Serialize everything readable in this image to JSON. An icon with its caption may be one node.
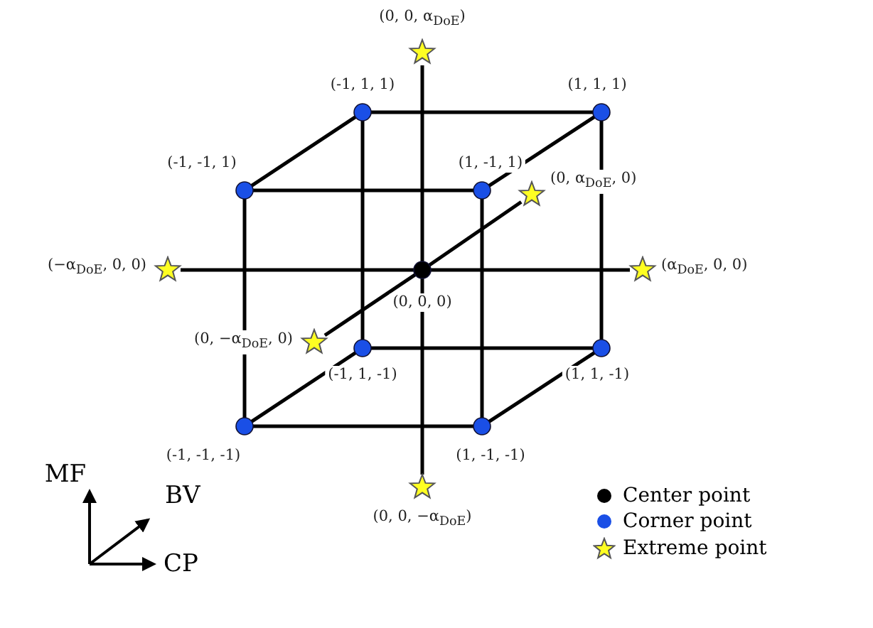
{
  "diagram": {
    "nodes": [
      {
        "text": [],
        "shape": "star",
        "beside": [
          "(0, 0, α$_{DoE}$)"
        ]
      },
      {
        "text": [],
        "shape": "circle",
        "beside": [
          "(-1, 1, 1)"
        ]
      },
      {
        "text": [],
        "shape": "circle",
        "beside": [
          "(1, 1, 1)"
        ]
      },
      {
        "text": [],
        "shape": "circle",
        "beside": [
          "(-1, -1, 1)"
        ]
      },
      {
        "text": [],
        "shape": "circle",
        "beside": [
          "(1, -1, 1)"
        ]
      },
      {
        "text": [],
        "shape": "star",
        "beside": [
          "(0, α$_{DoE}$, 0)"
        ]
      },
      {
        "text": [],
        "shape": "star",
        "beside": [
          "(−α$_{DoE}$, 0, 0)"
        ]
      },
      {
        "text": [],
        "shape": "circle",
        "beside": [
          "(0, 0, 0)"
        ]
      },
      {
        "text": [],
        "shape": "star",
        "beside": [
          "(α$_{DoE}$, 0, 0)"
        ]
      },
      {
        "text": [],
        "shape": "star",
        "beside": [
          "(0, −α$_{DoE}$, 0)"
        ]
      },
      {
        "text": [],
        "shape": "circle",
        "beside": [
          "(-1, 1, -1)"
        ]
      },
      {
        "text": [],
        "shape": "circle",
        "beside": [
          "(1, 1, -1)"
        ]
      },
      {
        "text": [],
        "shape": "circle",
        "beside": [
          "(-1, -1, -1)"
        ]
      },
      {
        "text": [],
        "shape": "circle",
        "beside": [
          "(1, -1, -1)"
        ]
      },
      {
        "text": [],
        "shape": "star",
        "beside": [
          "(0, 0, −α$_{DoE}$)"
        ]
      }
    ],
    "edges": [
      {
        "from": 1,
        "to": 2,
        "arrow": "none"
      },
      {
        "from": 3,
        "to": 4,
        "arrow": "none"
      },
      {
        "from": 1,
        "to": 3,
        "arrow": "none"
      },
      {
        "from": 2,
        "to": 4,
        "arrow": "none"
      },
      {
        "from": 10,
        "to": 11,
        "arrow": "none"
      },
      {
        "from": 12,
        "to": 13,
        "arrow": "none"
      },
      {
        "from": 10,
        "to": 12,
        "arrow": "none"
      },
      {
        "from": 11,
        "to": 13,
        "arrow": "none"
      },
      {
        "from": 1,
        "to": 10,
        "arrow": "none"
      },
      {
        "from": 2,
        "to": 11,
        "arrow": "none"
      },
      {
        "from": 3,
        "to": 12,
        "arrow": "none"
      },
      {
        "from": 4,
        "to": 13,
        "arrow": "none"
      },
      {
        "from": 7,
        "to": 0,
        "arrow": "none"
      },
      {
        "from": 7,
        "to": 14,
        "arrow": "none"
      },
      {
        "from": 7,
        "to": 6,
        "arrow": "none"
      },
      {
        "from": 7,
        "to": 8,
        "arrow": "none"
      },
      {
        "from": 7,
        "to": 5,
        "arrow": "none"
      },
      {
        "from": 7,
        "to": 9,
        "arrow": "none"
      }
    ],
    "labels": [
      "MF",
      "BV",
      "CP"
    ],
    "legend": [
      {
        "text": "Center point"
      },
      {
        "text": "Corner point"
      },
      {
        "text": "Extreme point"
      }
    ]
  }
}
